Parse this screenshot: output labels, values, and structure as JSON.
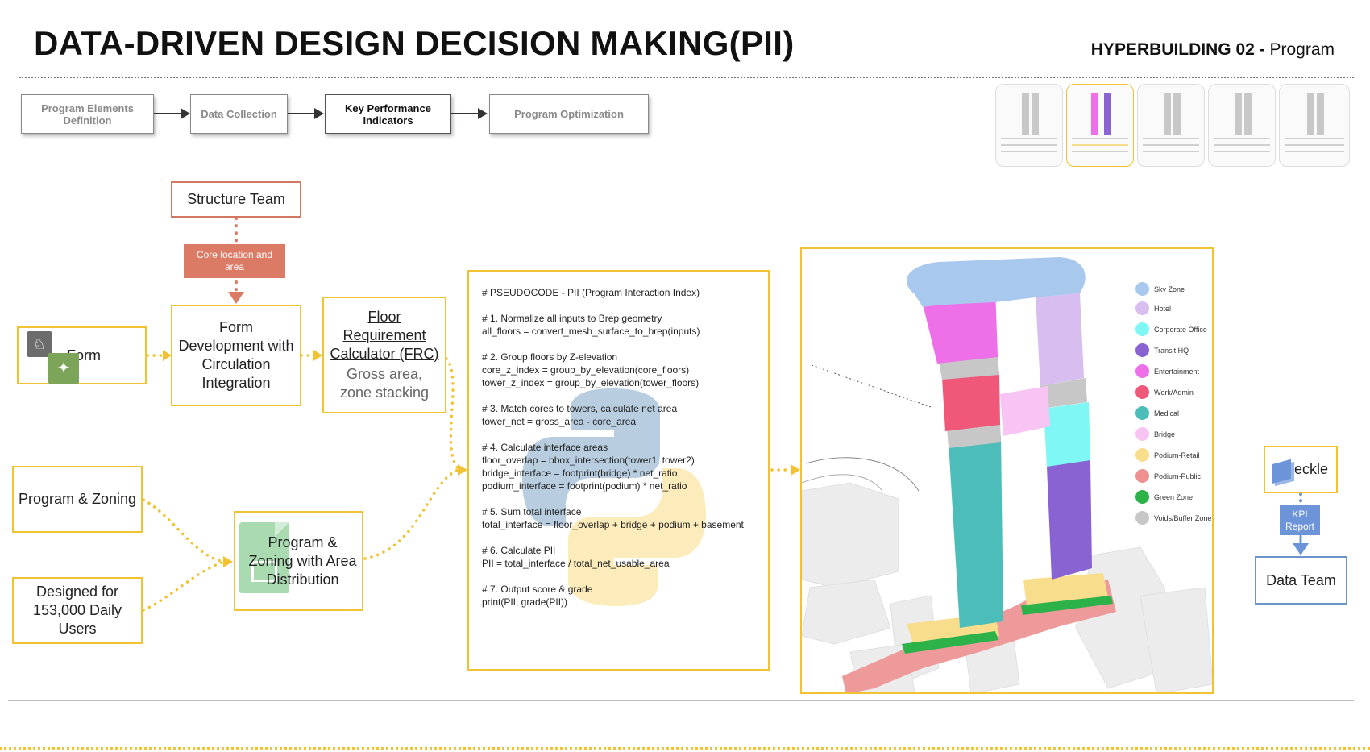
{
  "header": {
    "title": "DATA-DRIVEN DESIGN DECISION MAKING(PII)",
    "project_bold": "HYPERBUILDING 02 -",
    "project_rest": " Program"
  },
  "process": [
    {
      "label": "Program Elements Definition",
      "active": false
    },
    {
      "label": "Data Collection",
      "active": false
    },
    {
      "label": "Key Performance Indicators",
      "active": true
    },
    {
      "label": "Program Optimization",
      "active": false
    }
  ],
  "flow": {
    "structure_team": "Structure Team",
    "core_tag": "Core location and area",
    "form": "Form",
    "form_dev": "Form Development with Circulation Integration",
    "frc_title": "Floor Requirement Calculator (FRC)",
    "frc_sub": "Gross area, zone stacking",
    "program_zoning": "Program & Zoning",
    "designed_for": "Designed for 153,000 Daily Users",
    "program_area": "Program & Zoning with Area Distribution",
    "speckle": "Speckle",
    "kpi_tag": "KPI Report",
    "data_team": "Data Team"
  },
  "code": {
    "text": "# PSEUDOCODE - PII (Program Interaction Index)\n\n# 1. Normalize all inputs to Brep geometry\nall_floors = convert_mesh_surface_to_brep(inputs)\n\n# 2. Group floors by Z-elevation\ncore_z_index = group_by_elevation(core_floors)\ntower_z_index = group_by_elevation(tower_floors)\n\n# 3. Match cores to towers, calculate net area\ntower_net = gross_area - core_area\n\n# 4. Calculate interface areas\nfloor_overlap = bbox_intersection(tower1, tower2)\nbridge_interface = footprint(bridge) * net_ratio\npodium_interface = footprint(podium) * net_ratio\n\n# 5. Sum total interface\ntotal_interface = floor_overlap + bridge + podium + basement\n\n# 6. Calculate PII\nPII = total_interface / total_net_usable_area\n\n# 7. Output score & grade\nprint(PII, grade(PII))"
  },
  "legend": [
    {
      "label": "Sky Zone",
      "color": "#a9c8ee"
    },
    {
      "label": "Hotel",
      "color": "#d7bdf0"
    },
    {
      "label": "Corporate Office",
      "color": "#7ff7f4"
    },
    {
      "label": "Transit HQ",
      "color": "#8a63d2"
    },
    {
      "label": "Entertainment",
      "color": "#ee70e8"
    },
    {
      "label": "Work/Admin",
      "color": "#f0587a"
    },
    {
      "label": "Medical",
      "color": "#4cbdb8"
    },
    {
      "label": "Bridge",
      "color": "#f7c4f3"
    },
    {
      "label": "Podium-Retail",
      "color": "#f8dd8c"
    },
    {
      "label": "Podium-Public",
      "color": "#ee9090"
    },
    {
      "label": "Green Zone",
      "color": "#2db24a"
    },
    {
      "label": "Voids/Buffer Zone",
      "color": "#c7c7c7"
    }
  ],
  "colors": {
    "accent_yellow": "#f1c232",
    "salmon": "#dc7b65",
    "blue": "#6d94c8"
  }
}
